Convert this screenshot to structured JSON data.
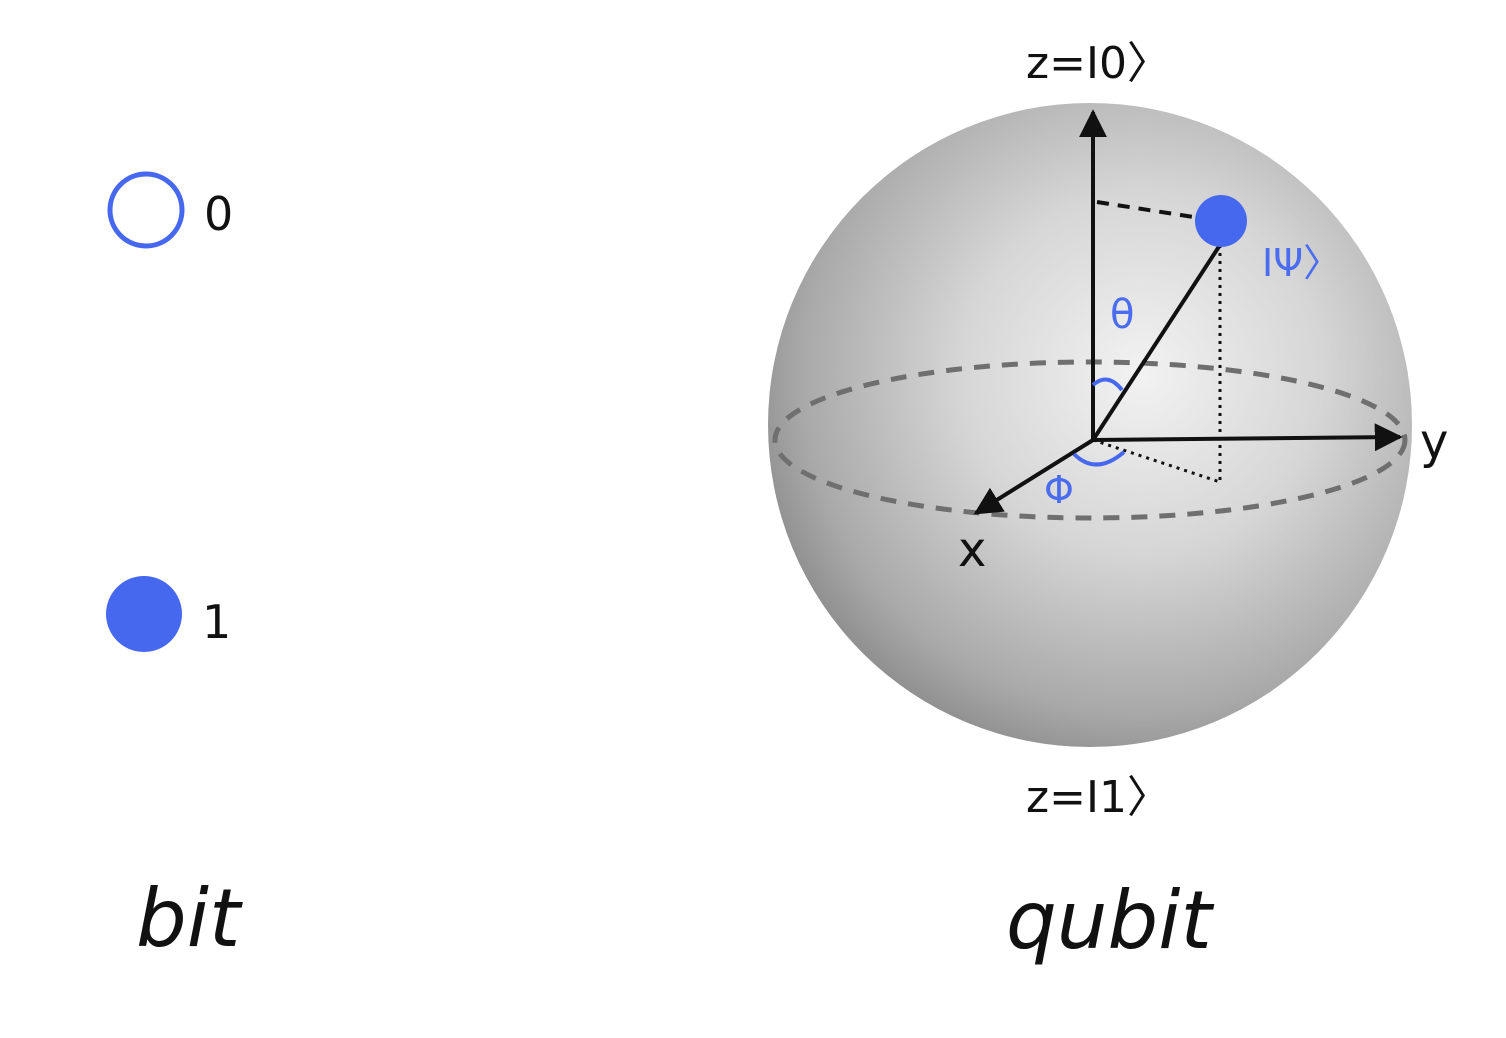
{
  "colors": {
    "accent_blue": "#4668ee",
    "text_black": "#111111",
    "dash_gray": "#6f6f6f"
  },
  "bit": {
    "state_zero_label": "0",
    "state_one_label": "1",
    "caption": "bit"
  },
  "qubit": {
    "z_top_label": "z=I0〉",
    "z_bottom_label": "z=I1〉",
    "x_label": "x",
    "y_label": "y",
    "psi_label": "IΨ〉",
    "theta_label": "θ",
    "phi_label": "Φ",
    "caption": "qubit"
  }
}
